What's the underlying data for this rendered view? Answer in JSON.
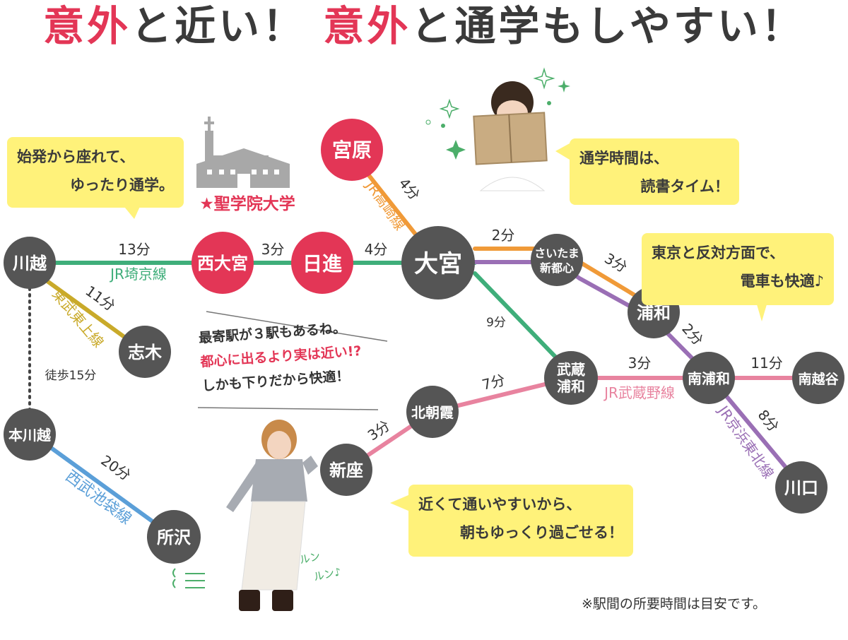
{
  "headline": {
    "part1": "意外",
    "part2": "と近い！",
    "part3": "意外",
    "part4": "と通学もしやすい！"
  },
  "colors": {
    "accent_pink": "#e33656",
    "station_dark": "#555555",
    "saikyo": "#3fae7a",
    "takasaki": "#f09a38",
    "keihin": "#9a6fb5",
    "tobu": "#c9aa2a",
    "seibu": "#5b9fd8",
    "musashino": "#e8839f",
    "bubble": "#fff27a"
  },
  "stations": {
    "miyahara": "宮原",
    "omiya": "大宮",
    "nishiomiya": "西大宮",
    "nisshin": "日進",
    "kawagoe": "川越",
    "shiki": "志木",
    "honkawagoe": "本川越",
    "tokorozawa": "所沢",
    "saitama_shintoshin_1": "さいたま",
    "saitama_shintoshin_2": "新都心",
    "urawa": "浦和",
    "minamiurawa": "南浦和",
    "minamikoshigaya": "南越谷",
    "kawaguchi": "川口",
    "musashiurawa_1": "武蔵",
    "musashiurawa_2": "浦和",
    "kitaasaka": "北朝霞",
    "niiza": "新座"
  },
  "lines": {
    "saikyo": "JR埼京線",
    "takasaki": "JR高崎線",
    "tobu_tojo": "東武東上線",
    "seibu_ikebukuro": "西武池袋線",
    "musashino": "JR武蔵野線",
    "keihin_tohoku": "JR京浜東北線"
  },
  "times": {
    "kawagoe_nishiomiya": "13分",
    "nishiomiya_nisshin": "3分",
    "nisshin_omiya": "4分",
    "miyahara_omiya": "4分",
    "omiya_shintoshin": "2分",
    "shintoshin_urawa": "3分",
    "omiya_musashiurawa": "9分",
    "urawa_minamiurawa": "2分",
    "musashiurawa_minamiurawa": "3分",
    "minamiurawa_minamikoshigaya": "11分",
    "minamiurawa_kawaguchi": "8分",
    "kitaasaka_musashiurawa": "7分",
    "niiza_kitaasaka": "3分",
    "kawagoe_shiki": "11分",
    "walk": "徒歩15分",
    "honkawagoe_tokorozawa": "20分"
  },
  "university": {
    "name": "★聖学院大学"
  },
  "bubbles": {
    "start": [
      "始発から座れて、",
      "ゆったり通学。"
    ],
    "reading": [
      "通学時間は、",
      "読書タイム！"
    ],
    "opposite": [
      "東京と反対方面で、",
      "電車も快適♪"
    ],
    "easy": [
      "近くて通いやすいから、",
      "朝もゆっくり過ごせる！"
    ]
  },
  "note": {
    "line1": "最寄駅が３駅もあるね。",
    "line2": "都心に出るより実は近い!?",
    "line3": "しかも下りだから快適！"
  },
  "runrun": {
    "a": "ルン",
    "b": "ルン♪"
  },
  "footnote": "※駅間の所要時間は目安です。"
}
